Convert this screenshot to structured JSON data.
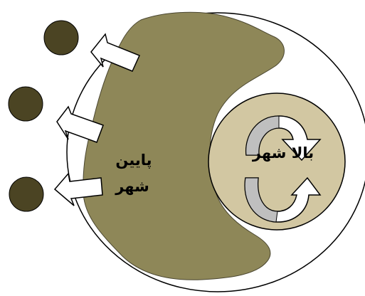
{
  "labels": {
    "outer_zone": [
      "پایین",
      "شهر"
    ],
    "inner_zone": "بالا شهر"
  },
  "colors": {
    "background": "#ffffff",
    "outer_circle": "#ffffff",
    "lower_city_fill": "#8e8758",
    "upper_city_fill": "#d2c7a2",
    "outflow_dots": "#4b4423",
    "arrow_fill": "#ffffff",
    "rotation_arrow_shade": "#bfbfbf",
    "stroke": "#000000"
  },
  "icons": {
    "outflow_arrows": "arrow-left-icon",
    "rotation": "circular-arrows-icon"
  },
  "counts": {
    "outflow_dots": 3,
    "outflow_arrows": 3
  }
}
